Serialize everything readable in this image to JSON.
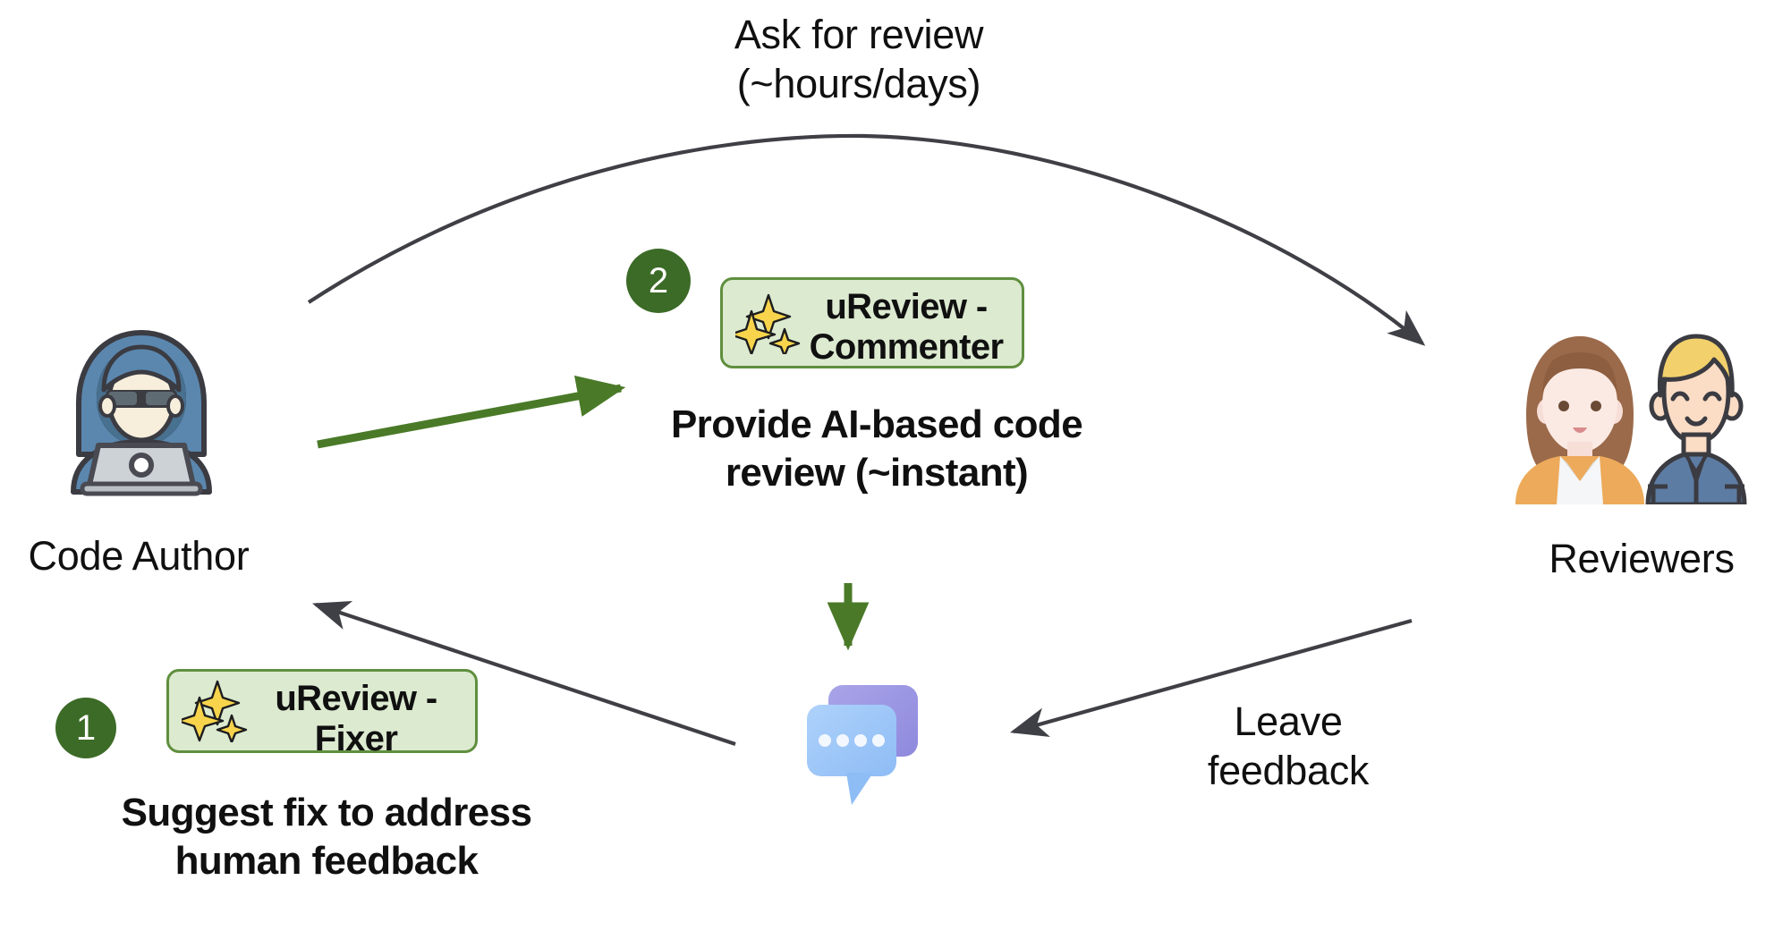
{
  "diagram": {
    "title": "uReview AI code review loop",
    "background": "#ffffff",
    "colors": {
      "step_circle": "#3c6b27",
      "badge_fill": "#dcead0",
      "badge_border": "#5f8f3e",
      "green_arrow": "#4a7a28",
      "gray_arrow": "#3f3f46",
      "text": "#101010",
      "sparkle": "#f7d44c",
      "hoodie": "#5b87ae",
      "blazer": "#edaa5a",
      "shirt": "#5d7ca3",
      "hair_brown": "#9b6a4a",
      "hair_blond": "#f2d06b",
      "bubble_back": "#9b97e0",
      "bubble_front": "#9dc6f7"
    }
  },
  "nodes": {
    "code_author": {
      "label": "Code Author",
      "icon": "hacker-with-laptop-icon"
    },
    "reviewers": {
      "label": "Reviewers",
      "icon": "two-people-icon"
    },
    "feedback_thread": {
      "icon": "chat-bubbles-icon",
      "dots": 4
    }
  },
  "steps": [
    {
      "number": "1",
      "badge_label": "uReview -\nFixer",
      "badge_icon": "sparkles-icon",
      "caption": "Suggest fix to address\nhuman feedback"
    },
    {
      "number": "2",
      "badge_label": "uReview -\nCommenter",
      "badge_icon": "sparkles-icon",
      "caption": "Provide AI-based code\nreview (~instant)"
    }
  ],
  "edges": [
    {
      "id": "ask-for-review",
      "label": "Ask for review\n(~hours/days)",
      "from": "code_author",
      "to": "reviewers",
      "style": "curved",
      "color": "#3f3f46"
    },
    {
      "id": "leave-feedback",
      "label": "Leave\nfeedback",
      "from": "reviewers",
      "to": "feedback_thread",
      "style": "straight",
      "color": "#3f3f46"
    },
    {
      "id": "feedback-to-author",
      "label": "",
      "from": "feedback_thread",
      "to": "code_author",
      "style": "straight",
      "color": "#3f3f46"
    },
    {
      "id": "author-to-commenter",
      "label": "",
      "from": "code_author",
      "to": "ureview-commenter",
      "style": "straight",
      "color": "#4a7a28"
    },
    {
      "id": "commenter-to-thread",
      "label": "",
      "from": "ureview-commenter",
      "to": "feedback_thread",
      "style": "straight",
      "color": "#4a7a28"
    }
  ]
}
